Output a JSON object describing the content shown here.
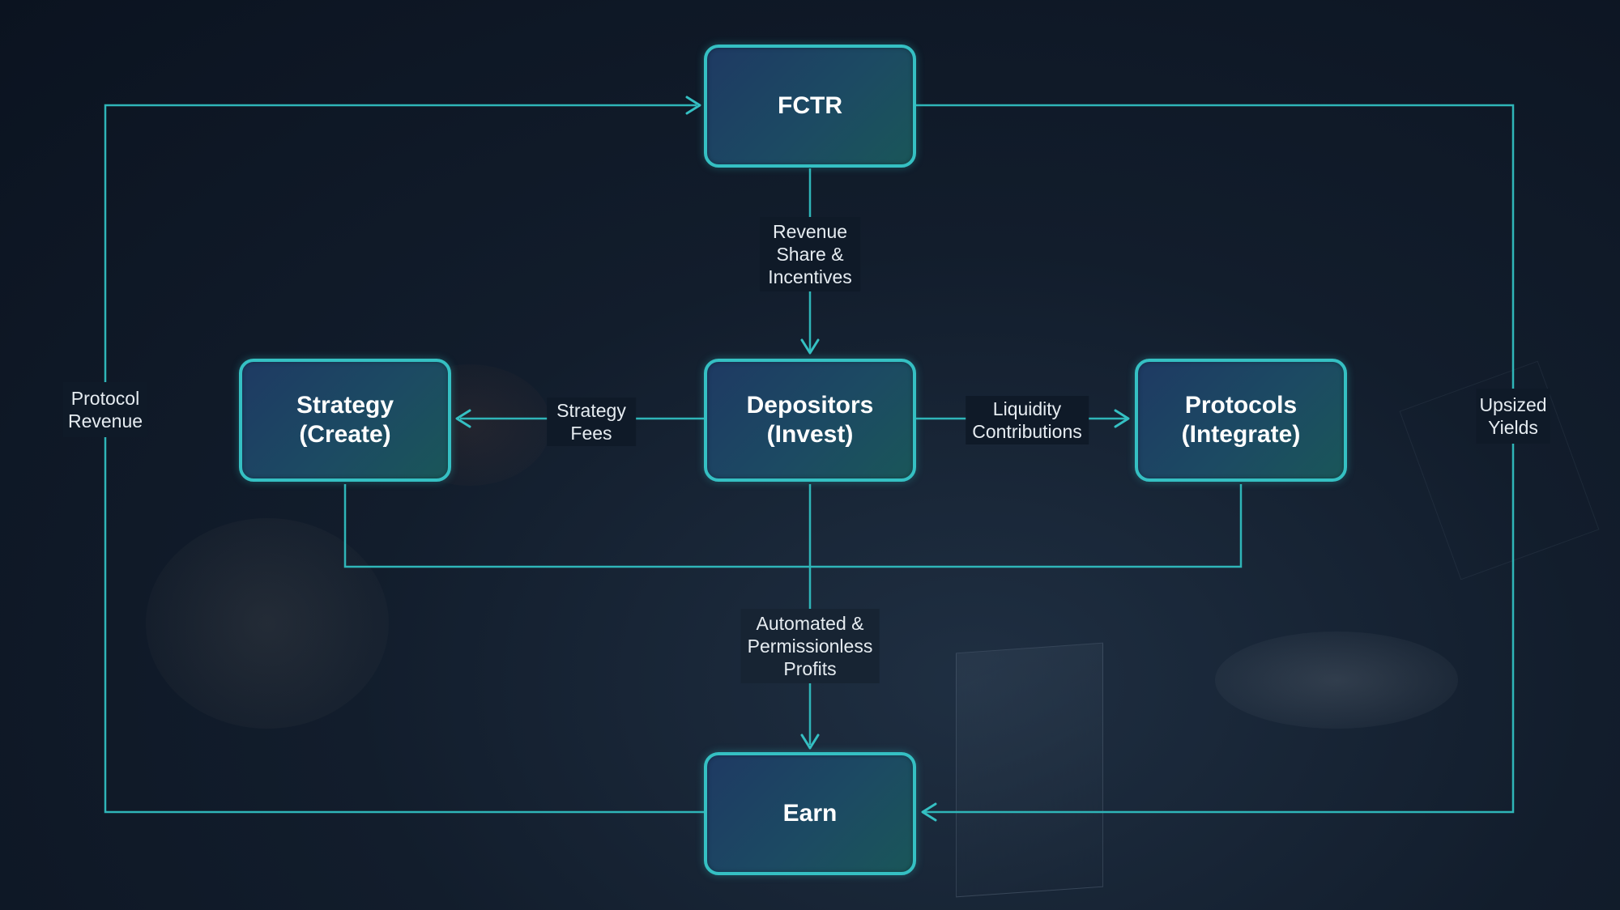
{
  "nodes": {
    "fctr": {
      "line1": "FCTR"
    },
    "strategy": {
      "line1": "Strategy",
      "line2": "(Create)"
    },
    "depositors": {
      "line1": "Depositors",
      "line2": "(Invest)"
    },
    "protocols": {
      "line1": "Protocols",
      "line2": "(Integrate)"
    },
    "earn": {
      "line1": "Earn"
    }
  },
  "labels": {
    "protocol_revenue": [
      "Protocol",
      "Revenue"
    ],
    "revenue_share": [
      "Revenue",
      "Share &",
      "Incentives"
    ],
    "strategy_fees": [
      "Strategy",
      "Fees"
    ],
    "liquidity_contributions": [
      "Liquidity",
      "Contributions"
    ],
    "upsized_yields": [
      "Upsized",
      "Yields"
    ],
    "automated_profits": [
      "Automated &",
      "Permissionless",
      "Profits"
    ]
  },
  "colors": {
    "accent": "#35c0c3",
    "node_fill_start": "#1e3a63",
    "node_fill_end": "#1a5659",
    "text": "#ffffff",
    "background": "#0f1a28"
  }
}
